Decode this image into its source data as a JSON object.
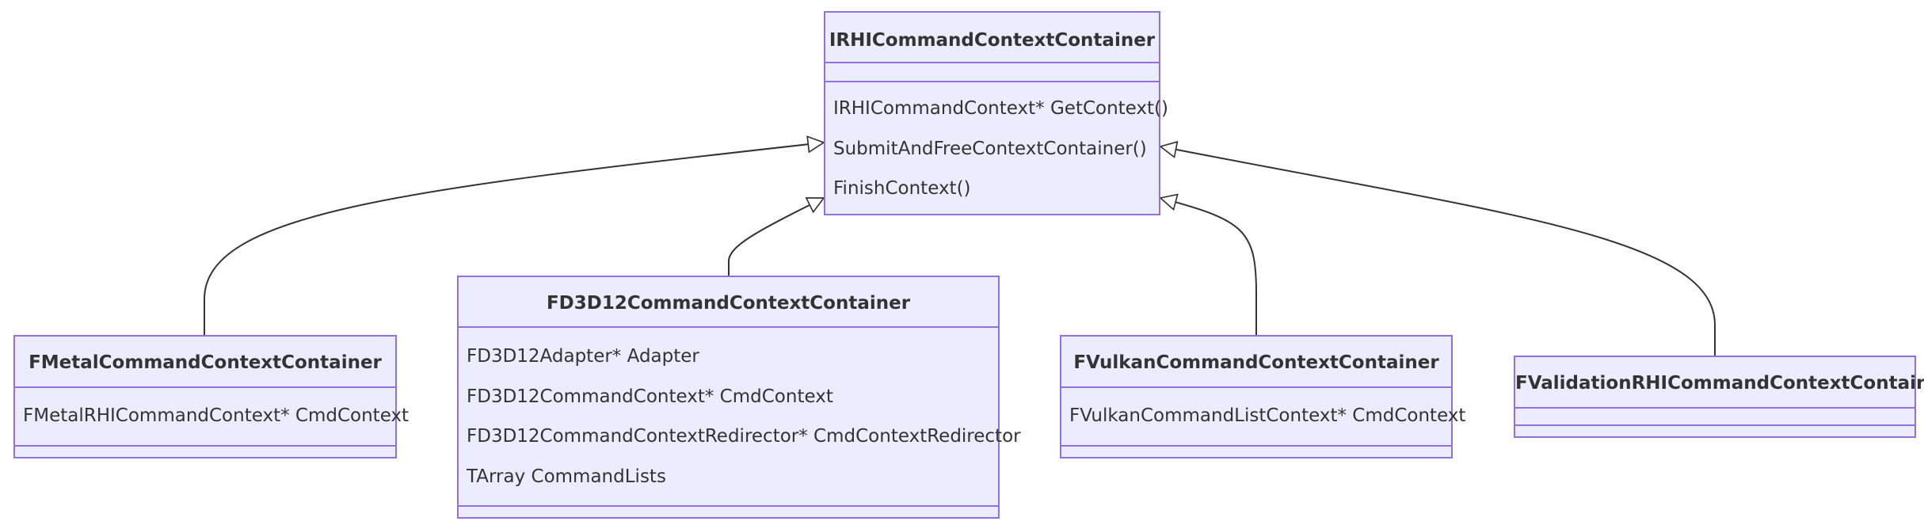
{
  "diagram": {
    "type": "class-diagram",
    "colors": {
      "fill": "#ececff",
      "stroke": "#9370db",
      "edge": "#333333",
      "text": "#333333"
    },
    "classes": {
      "base": {
        "name": "IRHICommandContextContainer",
        "attributes": [],
        "methods": [
          "IRHICommandContext* GetContext()",
          "SubmitAndFreeContextContainer()",
          "FinishContext()"
        ]
      },
      "metal": {
        "name": "FMetalCommandContextContainer",
        "attributes": [
          "FMetalRHICommandContext* CmdContext"
        ],
        "methods": []
      },
      "d3d12": {
        "name": "FD3D12CommandContextContainer",
        "attributes": [
          "FD3D12Adapter* Adapter",
          "FD3D12CommandContext* CmdContext",
          "FD3D12CommandContextRedirector* CmdContextRedirector",
          "TArray CommandLists"
        ],
        "methods": []
      },
      "vulkan": {
        "name": "FVulkanCommandContextContainer",
        "attributes": [
          "FVulkanCommandListContext* CmdContext"
        ],
        "methods": []
      },
      "validation": {
        "name": "FValidationRHICommandContextContainer",
        "attributes": [],
        "methods": []
      }
    },
    "relations": [
      {
        "from": "metal",
        "to": "base",
        "kind": "inheritance"
      },
      {
        "from": "d3d12",
        "to": "base",
        "kind": "inheritance"
      },
      {
        "from": "vulkan",
        "to": "base",
        "kind": "inheritance"
      },
      {
        "from": "validation",
        "to": "base",
        "kind": "inheritance"
      }
    ]
  }
}
